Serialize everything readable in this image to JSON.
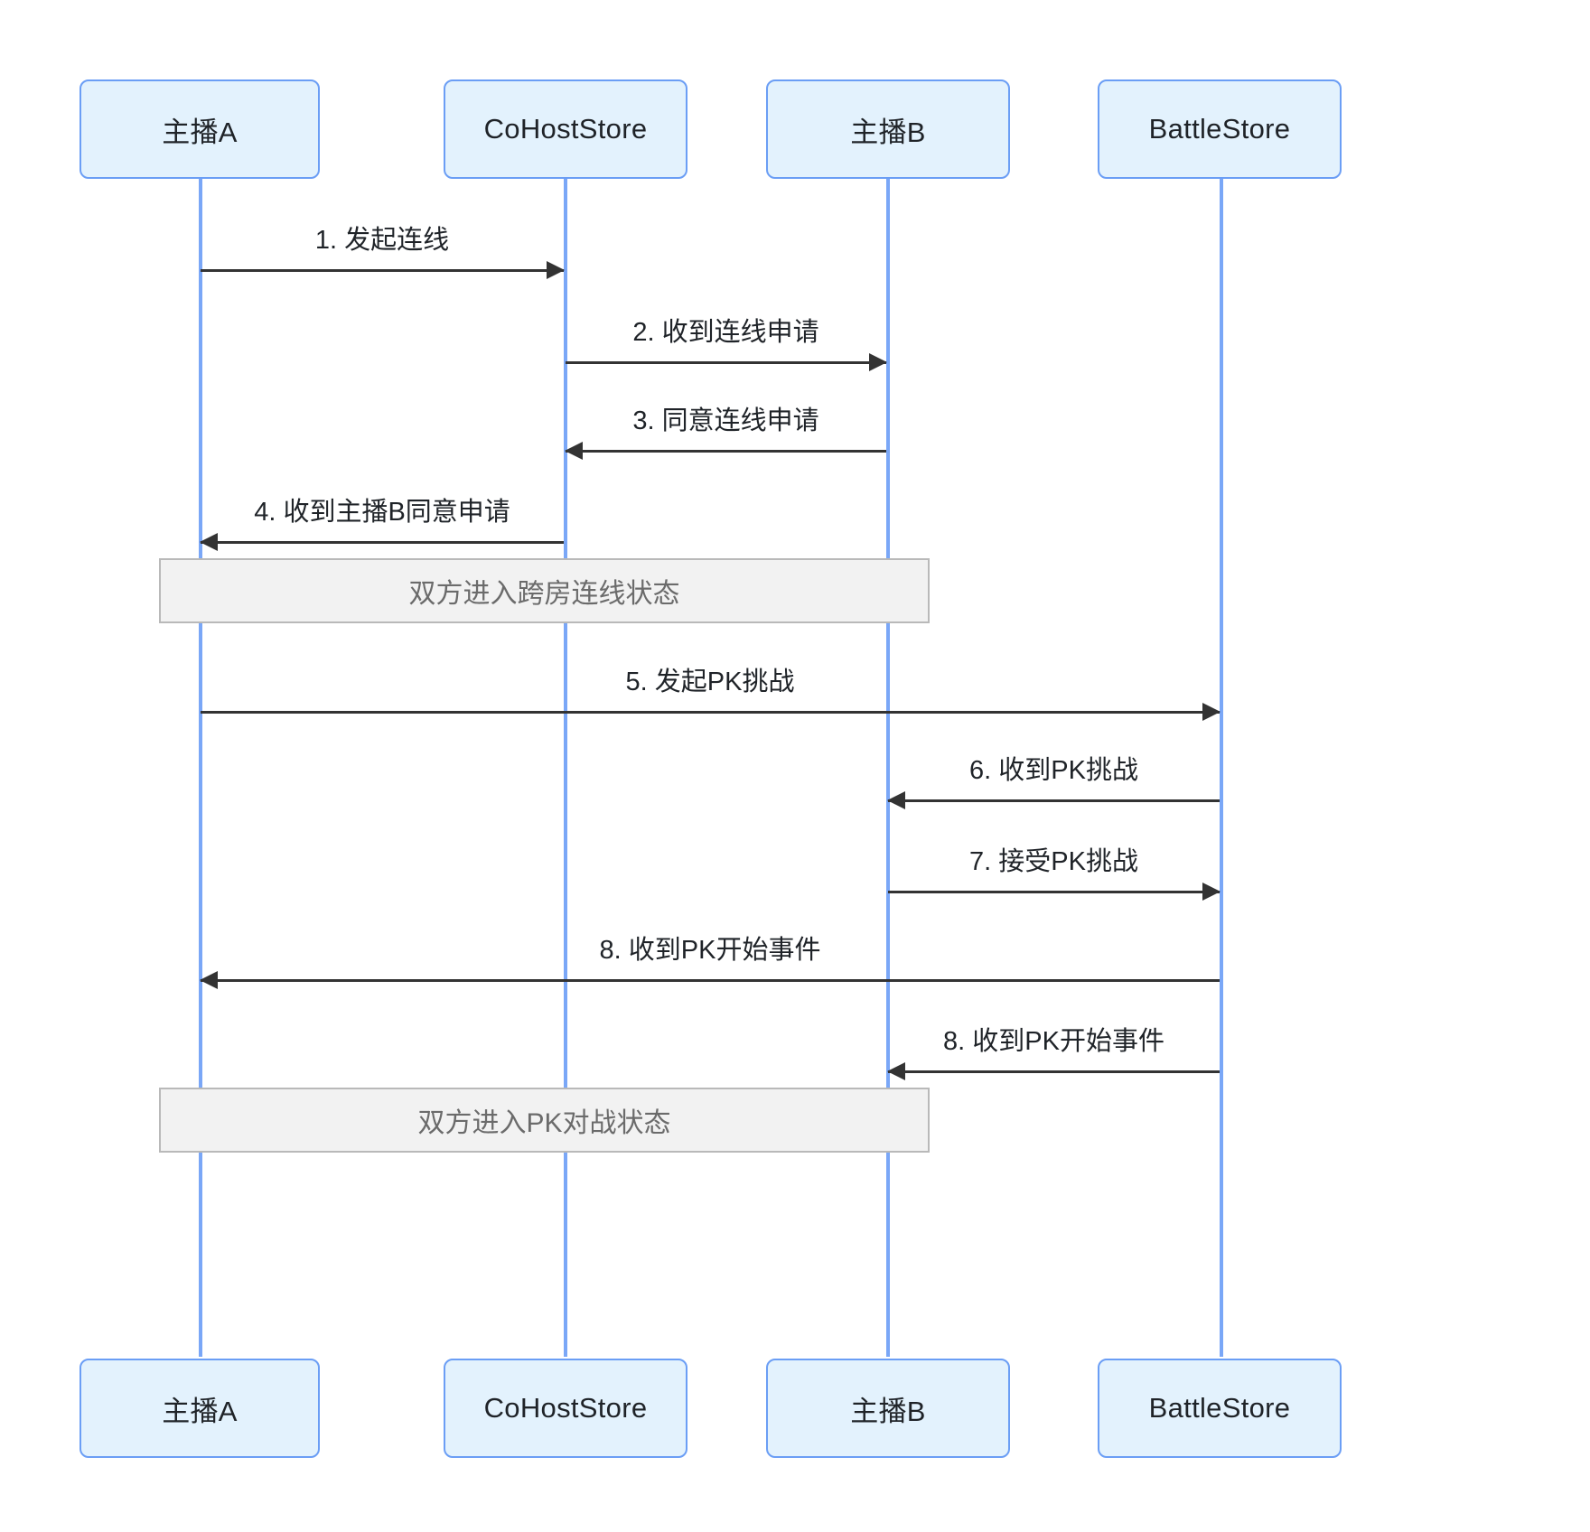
{
  "diagram": {
    "type": "sequence-diagram",
    "title": "",
    "background": "#ffffff",
    "colors": {
      "actor_fill": "#e3f2fd",
      "actor_border": "#6b9ef5",
      "lifeline": "#7aa7f7",
      "arrow": "#333333",
      "note_fill": "#f2f2f2",
      "note_border": "#b9b9b9",
      "note_text": "#6b6b6b",
      "label_text": "#1f2328"
    },
    "participants": [
      {
        "id": "hostA",
        "label": "主播A"
      },
      {
        "id": "cohoststore",
        "label": "CoHostStore"
      },
      {
        "id": "hostB",
        "label": "主播B"
      },
      {
        "id": "battlestore",
        "label": "BattleStore"
      }
    ],
    "participants_bottom": [
      {
        "id": "hostA",
        "label": "主播A"
      },
      {
        "id": "cohoststore",
        "label": "CoHostStore"
      },
      {
        "id": "hostB",
        "label": "主播B"
      },
      {
        "id": "battlestore",
        "label": "BattleStore"
      }
    ],
    "messages": [
      {
        "n": "1",
        "label": "1. 发起连线",
        "from": "hostA",
        "to": "cohoststore",
        "dir": "right"
      },
      {
        "n": "2",
        "label": "2. 收到连线申请",
        "from": "cohoststore",
        "to": "hostB",
        "dir": "right"
      },
      {
        "n": "3",
        "label": "3. 同意连线申请",
        "from": "hostB",
        "to": "cohoststore",
        "dir": "left"
      },
      {
        "n": "4",
        "label": "4. 收到主播B同意申请",
        "from": "cohoststore",
        "to": "hostA",
        "dir": "left"
      },
      {
        "n": "5",
        "label": "5. 发起PK挑战",
        "from": "hostA",
        "to": "battlestore",
        "dir": "right"
      },
      {
        "n": "6",
        "label": "6. 收到PK挑战",
        "from": "battlestore",
        "to": "hostB",
        "dir": "left"
      },
      {
        "n": "7",
        "label": "7. 接受PK挑战",
        "from": "hostB",
        "to": "battlestore",
        "dir": "right"
      },
      {
        "n": "8",
        "label": "8. 收到PK开始事件",
        "from": "battlestore",
        "to": "hostA",
        "dir": "left"
      },
      {
        "n": "8",
        "label": "8. 收到PK开始事件",
        "from": "battlestore",
        "to": "hostB",
        "dir": "left"
      }
    ],
    "notes": [
      {
        "label": "双方进入跨房连线状态"
      },
      {
        "label": "双方进入PK对战状态"
      }
    ]
  }
}
